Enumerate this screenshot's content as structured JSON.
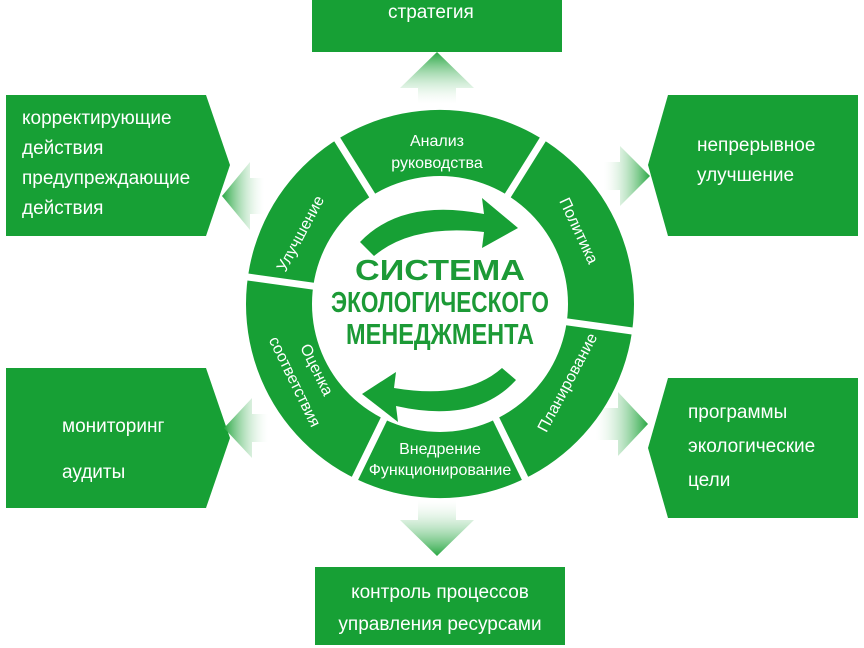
{
  "colors": {
    "green": "#17a035",
    "dark_green": "#0f8a2d",
    "ring_separator": "#ffffff",
    "center_text": "#1c9a36",
    "arrow": "#2aa844"
  },
  "center": {
    "line1": "СИСТЕМА",
    "line2": "ЭКОЛОГИЧЕСКОГО",
    "line3": "МЕНЕДЖМЕНТА"
  },
  "ring": {
    "analysis_1": "Анализ",
    "analysis_2": "руководства",
    "policy": "Политика",
    "planning": "Планирование",
    "implementation_1": "Внедрение",
    "implementation_2": "Функционирование",
    "assessment_1": "Оценка",
    "assessment_2": "соответствия",
    "improvement": "Улучшение"
  },
  "boxes": {
    "top": {
      "line1": "стратегия"
    },
    "top_left": {
      "line1": "корректирующие",
      "line2": "действия",
      "line3": "предупреждающие",
      "line4": "действия"
    },
    "top_right": {
      "line1": "непрерывное",
      "line2": "улучшение"
    },
    "bottom_left": {
      "line1": "мониторинг",
      "line2": "аудиты"
    },
    "bottom_right": {
      "line1": "программы",
      "line2": "экологические",
      "line3": "цели"
    },
    "bottom": {
      "line1": "контроль процессов",
      "line2": "управления ресурсами"
    }
  }
}
